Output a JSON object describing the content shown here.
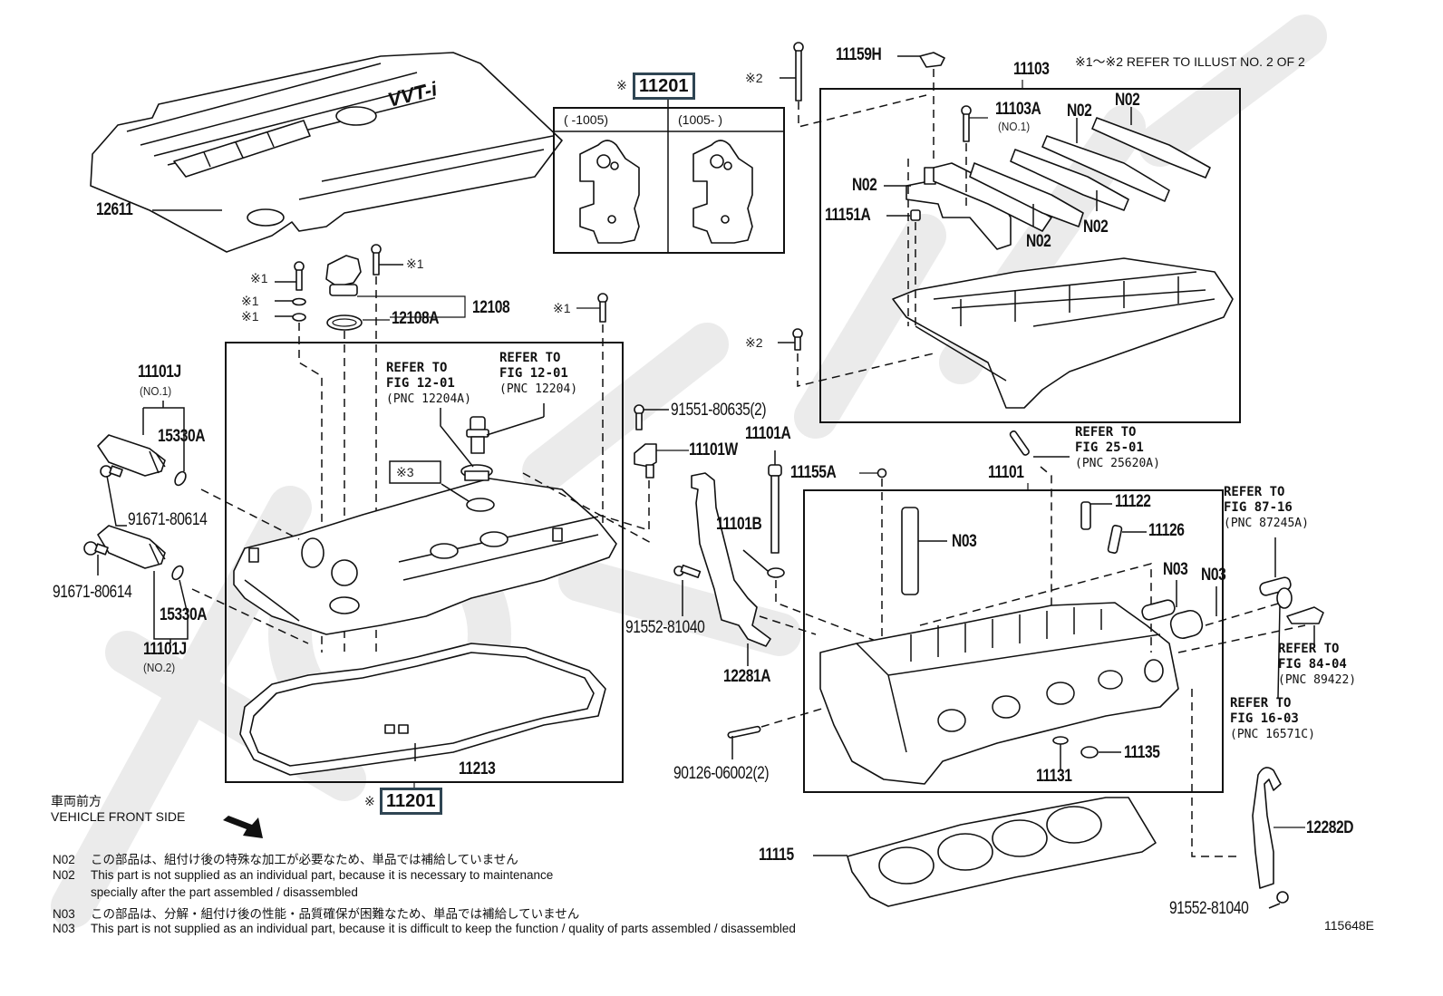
{
  "diagram": {
    "figure_id": "115648E",
    "header_note": "※1～※2  REFER TO ILLUST NO. 2 OF 2",
    "watermark": "ToyotaCarMall.ru",
    "vehicle_front": {
      "jp": "車両前方",
      "en": "VEHICLE FRONT SIDE"
    },
    "variant_table": {
      "part_ref": "11201",
      "mark": "※",
      "columns": [
        "(      -1005)",
        "(1005-      )"
      ]
    },
    "parts": {
      "p12611": "12611",
      "p11201_top": "11201",
      "p11201_bottom": "11201",
      "p12108": "12108",
      "p12108A": "12108A",
      "p11101J_1": "11101J",
      "p11101J_1_sub": "(NO.1)",
      "p15330A_1": "15330A",
      "p91671_1": "91671-80614",
      "p91671_2": "91671-80614",
      "p15330A_2": "15330A",
      "p11101J_2": "11101J",
      "p11101J_2_sub": "(NO.2)",
      "p11213": "11213",
      "p11159H": "11159H",
      "p11103": "11103",
      "p11103A": "11103A",
      "p11103A_sub": "(NO.1)",
      "p11151A": "11151A",
      "n02_a": "N02",
      "n02_b": "N02",
      "n02_c": "N02",
      "n02_d": "N02",
      "n02_e": "N02",
      "p91551": "91551-80635(2)",
      "p11101W": "11101W",
      "p11101A": "11101A",
      "p11155A": "11155A",
      "p11101B": "11101B",
      "p91552_1": "91552-81040",
      "p12281A": "12281A",
      "p90126": "90126-06002(2)",
      "p11101": "11101",
      "n03_a": "N03",
      "n03_b": "N03",
      "n03_c": "N03",
      "p11122": "11122",
      "p11126": "11126",
      "p11135": "11135",
      "p11131": "11131",
      "p11115": "11115",
      "p12282D": "12282D",
      "p91552_2": "91552-81040"
    },
    "marks": {
      "m1_a": "※1",
      "m1_b": "※1",
      "m1_c": "※1",
      "m1_d": "※1",
      "m1_e": "※1",
      "m2_a": "※2",
      "m2_b": "※2",
      "m3": "※3",
      "mark_top": "※",
      "mark_bottom": "※"
    },
    "references": [
      {
        "line1": "REFER TO",
        "line2": "FIG 12-01",
        "line3": "(PNC 12204A)"
      },
      {
        "line1": "REFER TO",
        "line2": "FIG 12-01",
        "line3": "(PNC 12204)"
      },
      {
        "line1": "REFER TO",
        "line2": "FIG 25-01",
        "line3": "(PNC 25620A)"
      },
      {
        "line1": "REFER TO",
        "line2": "FIG 87-16",
        "line3": "(PNC 87245A)"
      },
      {
        "line1": "REFER TO",
        "line2": "FIG 84-04",
        "line3": "(PNC 89422)"
      },
      {
        "line1": "REFER TO",
        "line2": "FIG 16-03",
        "line3": "(PNC 16571C)"
      }
    ],
    "notes": [
      {
        "code": "N02",
        "text": "この部品は、組付け後の特殊な加工が必要なため、単品では補給していません"
      },
      {
        "code": "N02",
        "text": "This part is not supplied as an individual part, because it is necessary to maintenance"
      },
      {
        "code": "",
        "text": "specially after the part assembled / disassembled"
      },
      {
        "code": "N03",
        "text": "この部品は、分解・組付け後の性能・品質確保が困難なため、単品では補給していません"
      },
      {
        "code": "N03",
        "text": "This part is not supplied as an individual part, because it is difficult to keep the function / quality of parts  assembled / disassembled"
      }
    ]
  }
}
